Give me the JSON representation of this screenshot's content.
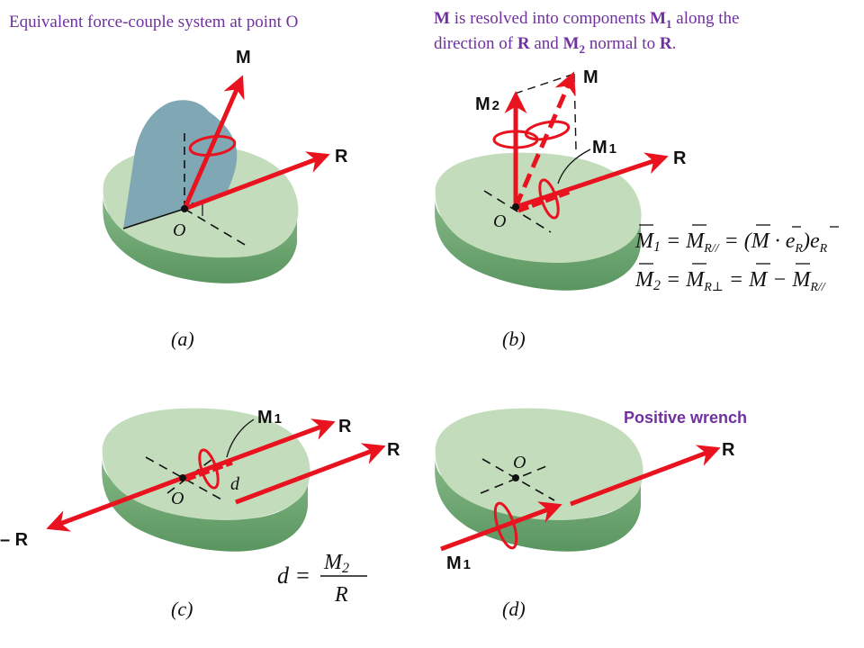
{
  "captions": {
    "a_title": "Equivalent force-couple system at point O",
    "b_title_line1_pre": " is resolved into components ",
    "b_title_line1_post": " along the",
    "b_title_line2_pre": "direction of ",
    "b_title_line2_mid": " and ",
    "b_title_line2_post": " normal to ",
    "b_title_M": "M",
    "b_title_M1": "M",
    "b_title_M1_sub": "1",
    "b_title_M2": "M",
    "b_title_M2_sub": "2",
    "b_title_R": "R",
    "b_title_R2": "R",
    "b_title_period": ".",
    "d_title": "Positive wrench"
  },
  "labels": {
    "M": "M",
    "M_sub1": "1",
    "M_sub2": "2",
    "R": "R",
    "minus_R": "– R",
    "O": "O",
    "d": "d"
  },
  "panels": {
    "a": "(a)",
    "b": "(b)",
    "c": "(c)",
    "d": "(d)"
  },
  "equations": {
    "eq1_lhs": "M",
    "eq1_lhs_sub": "1",
    "eq1_mid": "M",
    "eq1_mid_sub": "R//",
    "eq1_dot_a": "M",
    "eq1_dot_b": "e",
    "eq1_dot_b_sub": "R",
    "eq1_end": "e",
    "eq1_end_sub": "R",
    "eq2_lhs": "M",
    "eq2_lhs_sub": "2",
    "eq2_mid": "M",
    "eq2_mid_sub": "R⊥",
    "eq2_a": "M",
    "eq2_b": "M",
    "eq2_b_sub": "R//",
    "eq_d_lhs": "d",
    "eq_d_num": "M",
    "eq_d_num_sub": "2",
    "eq_d_den": "R"
  },
  "colors": {
    "vector": "#e8131f",
    "plate_top": "#c3dcbb",
    "plate_side": "#6fa873",
    "wall": "#7fa8b4",
    "caption_accent": "#7030a0"
  }
}
